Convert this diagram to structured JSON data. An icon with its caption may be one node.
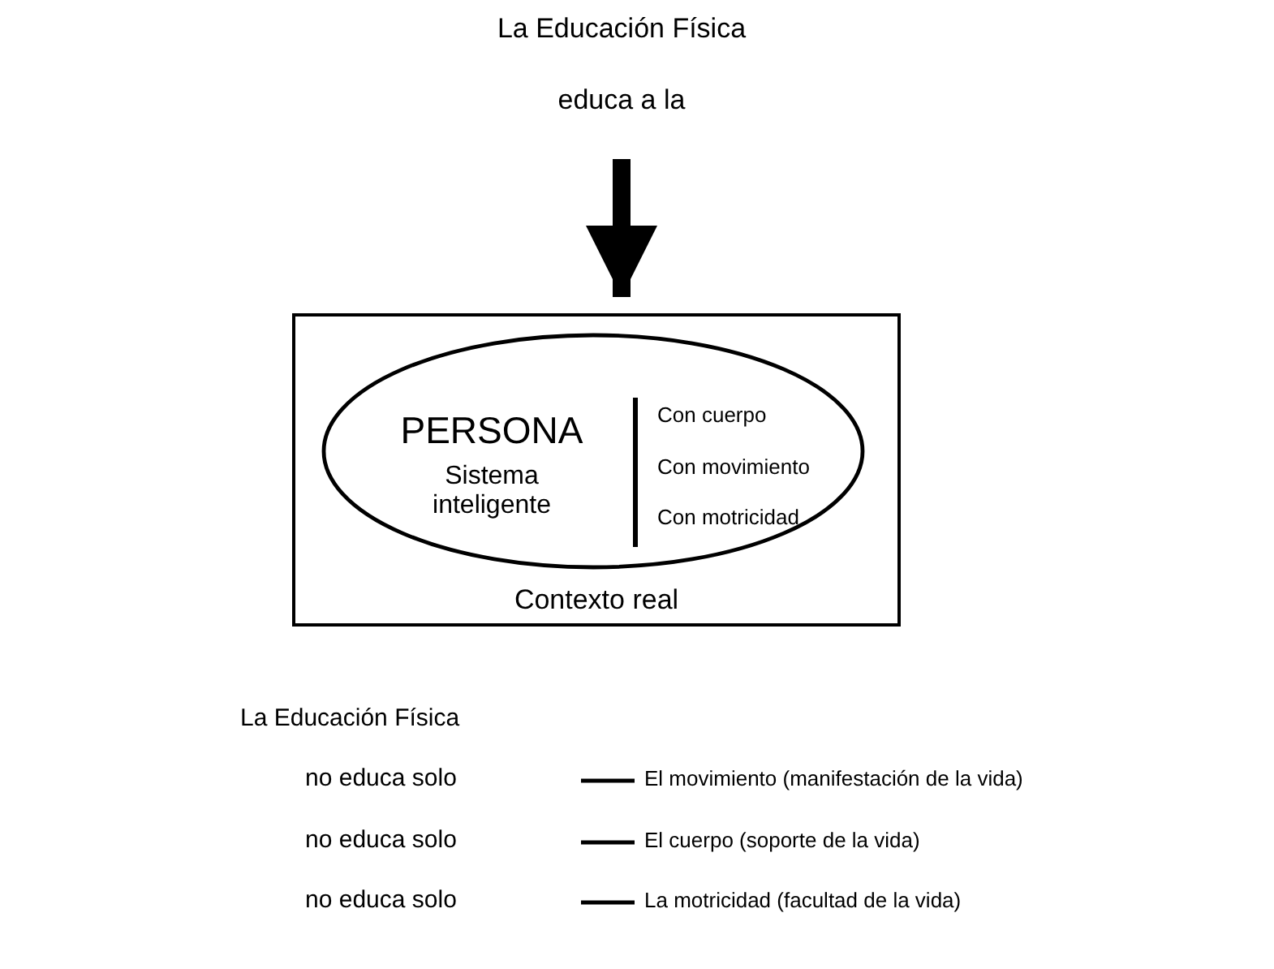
{
  "diagram": {
    "nodes": [
      {
        "text": [
          "La Educación Física",
          "educa a la"
        ]
      },
      {
        "text": [
          "Contexto real"
        ]
      },
      {
        "text": [
          "PERSONA",
          "Sistema inteligente",
          "Con cuerpo",
          "Con movimiento",
          "Con motricidad"
        ],
        "in": 1
      }
    ],
    "edges": [
      {
        "from": 0,
        "to": 1,
        "arrow": "to"
      }
    ],
    "labels": [
      "La Educación Física",
      "no educa solo",
      "El movimiento (manifestación de la vida)",
      "no educa solo",
      "El cuerpo (soporte de la vida)",
      "no educa solo",
      "La motricidad (facultad de la vida)"
    ]
  }
}
